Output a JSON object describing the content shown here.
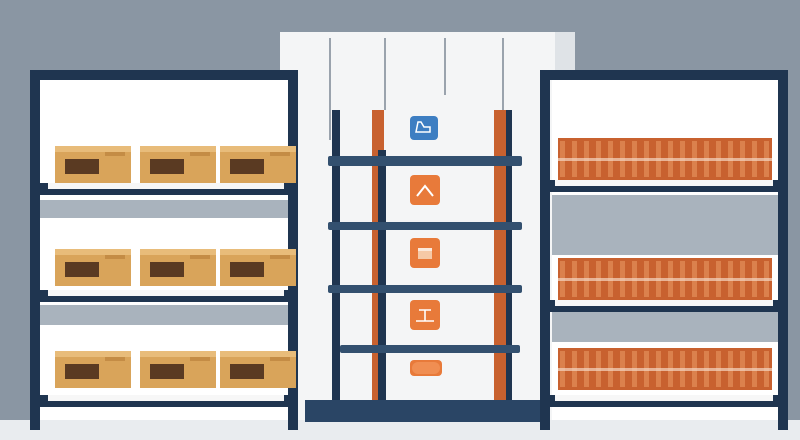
{
  "scene": {
    "label": "",
    "colors": {
      "wall": "#8a96a3",
      "wall_light": "#a3aeb9",
      "back_panel": "#f4f5f6",
      "frame": "#1f3550",
      "frame_dark": "#15263b",
      "shelf_white": "#f7f7f7",
      "box_tan": "#d9a45a",
      "box_dark": "#5a3a22",
      "brick": "#c8612f",
      "brick_light": "#e08a55",
      "icon_blue": "#3d7ec2",
      "icon_orange": "#e87a3a",
      "floor": "#e9ecef"
    },
    "left_rack": {
      "levels": [
        {
          "boxes": 3
        },
        {
          "boxes": 3
        },
        {
          "boxes": 3
        }
      ]
    },
    "center_unit": {
      "icons": [
        {
          "name": "forklift-icon",
          "color": "icon_blue"
        },
        {
          "name": "arrow-icon",
          "color": "icon_orange"
        },
        {
          "name": "box-icon",
          "color": "icon_orange"
        },
        {
          "name": "scale-icon",
          "color": "icon_orange"
        },
        {
          "name": "pill-icon",
          "color": "icon_orange"
        }
      ]
    },
    "right_rack": {
      "levels": [
        {
          "stacks": 1
        },
        {
          "stacks": 1
        },
        {
          "stacks": 1
        }
      ]
    }
  }
}
